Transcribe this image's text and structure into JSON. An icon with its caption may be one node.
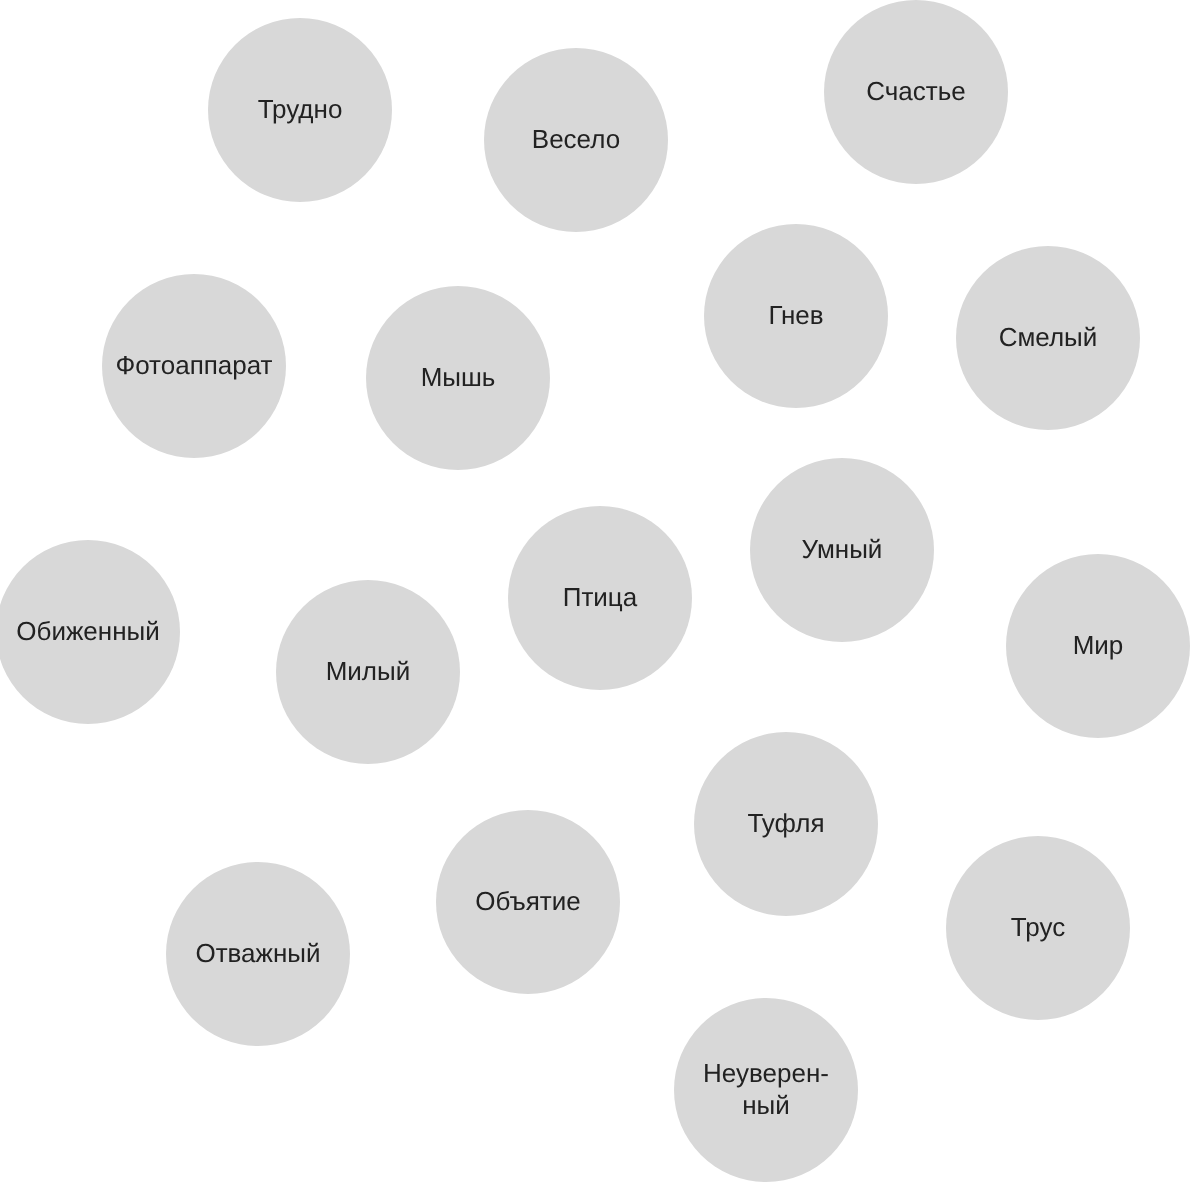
{
  "diagram": {
    "nodes": [
      {
        "text": [
          "Трудно"
        ]
      },
      {
        "text": [
          "Весело"
        ]
      },
      {
        "text": [
          "Счастье"
        ]
      },
      {
        "text": [
          "Фотоаппарат"
        ]
      },
      {
        "text": [
          "Мышь"
        ]
      },
      {
        "text": [
          "Гнев"
        ]
      },
      {
        "text": [
          "Смелый"
        ]
      },
      {
        "text": [
          "Обиженный"
        ]
      },
      {
        "text": [
          "Птица"
        ]
      },
      {
        "text": [
          "Умный"
        ]
      },
      {
        "text": [
          "Милый"
        ]
      },
      {
        "text": [
          "Мир"
        ]
      },
      {
        "text": [
          "Туфля"
        ]
      },
      {
        "text": [
          "Объятие"
        ]
      },
      {
        "text": [
          "Отважный"
        ]
      },
      {
        "text": [
          "Трус"
        ]
      },
      {
        "text": [
          "Неуверен- ный"
        ]
      }
    ],
    "edges": []
  }
}
